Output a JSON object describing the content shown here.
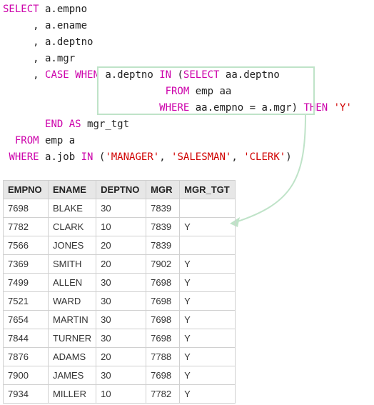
{
  "sql": {
    "l1": {
      "kw": "SELECT",
      "rest": " a.empno"
    },
    "l2": {
      "rest": "     , a.ename"
    },
    "l3": {
      "rest": "     , a.deptno"
    },
    "l4": {
      "rest": "     , a.mgr"
    },
    "l5": {
      "pre": "     , ",
      "kw1": "CASE",
      "sp": " ",
      "kw2": "WHEN",
      "mid": " a.deptno ",
      "kw3": "IN",
      "mid2": " (",
      "kw4": "SELECT",
      "rest": " aa.deptno"
    },
    "l6": {
      "pre": "                           ",
      "kw": "FROM",
      "rest": " emp aa"
    },
    "l7": {
      "pre": "                          ",
      "kw": "WHERE",
      "mid": " aa.empno = a.mgr) ",
      "kw2": "THEN",
      "sp": " ",
      "str": "'Y'"
    },
    "l8": {
      "pre": "       ",
      "kw1": "END",
      "sp": " ",
      "kw2": "AS",
      "rest": " mgr_tgt"
    },
    "l9": {
      "pre": "  ",
      "kw": "FROM",
      "rest": " emp a"
    },
    "l10": {
      "pre": " ",
      "kw": "WHERE",
      "mid": " a.job ",
      "kw2": "IN",
      "mid2": " (",
      "s1": "'MANAGER'",
      "c1": ", ",
      "s2": "'SALESMAN'",
      "c2": ", ",
      "s3": "'CLERK'",
      "end": ")"
    }
  },
  "table": {
    "headers": [
      "EMPNO",
      "ENAME",
      "DEPTNO",
      "MGR",
      "MGR_TGT"
    ],
    "rows": [
      [
        "7698",
        "BLAKE",
        "30",
        "7839",
        ""
      ],
      [
        "7782",
        "CLARK",
        "10",
        "7839",
        "Y"
      ],
      [
        "7566",
        "JONES",
        "20",
        "7839",
        ""
      ],
      [
        "7369",
        "SMITH",
        "20",
        "7902",
        "Y"
      ],
      [
        "7499",
        "ALLEN",
        "30",
        "7698",
        "Y"
      ],
      [
        "7521",
        "WARD",
        "30",
        "7698",
        "Y"
      ],
      [
        "7654",
        "MARTIN",
        "30",
        "7698",
        "Y"
      ],
      [
        "7844",
        "TURNER",
        "30",
        "7698",
        "Y"
      ],
      [
        "7876",
        "ADAMS",
        "20",
        "7788",
        "Y"
      ],
      [
        "7900",
        "JAMES",
        "30",
        "7698",
        "Y"
      ],
      [
        "7934",
        "MILLER",
        "10",
        "7782",
        "Y"
      ]
    ]
  },
  "colors": {
    "keyword": "#cc00aa",
    "string": "#d00000",
    "highlight": "#bfe3c8"
  }
}
